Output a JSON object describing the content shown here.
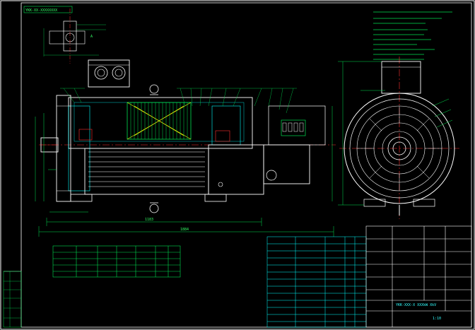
{
  "drawing": {
    "colors": {
      "background": "#000000",
      "outline": "#ffffff",
      "dimension": "#00e050",
      "hatch": "#00ffff",
      "centerline": "#ff3030",
      "winding": "#ffff00"
    },
    "callout_top_left": "YKK-XX-XXXXXXXX",
    "detail_note": "A",
    "overall_length": "1884",
    "frame_length": "1183",
    "title_block": {
      "model": "YKK-XXX-X  XXXkW  XkV",
      "sheet": "1:10"
    }
  }
}
